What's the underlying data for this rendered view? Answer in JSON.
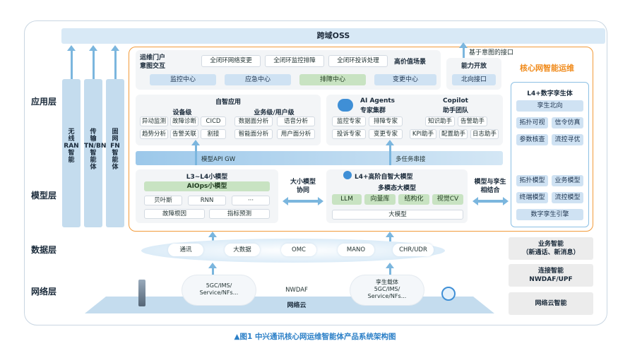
{
  "layers": {
    "app": "应用层",
    "model": "模型层",
    "data": "数据层",
    "network": "网络层"
  },
  "oss": "跨域OSS",
  "columns": [
    [
      "无",
      "线",
      "RAN",
      "智",
      "能"
    ],
    [
      "传",
      "输",
      "TN/BN",
      "智",
      "能",
      "体"
    ],
    [
      "固",
      "网",
      "FN",
      "智",
      "能",
      "体"
    ]
  ],
  "portal": {
    "title_line1": "运维门户",
    "title_line2": "意图交互",
    "chips": [
      "全闭环网络变更",
      "全闭环监控排障",
      "全闭环投诉处理"
    ],
    "high_value": "高价值场景",
    "centers": [
      "监控中心",
      "应急中心",
      "排障中心",
      "变更中心"
    ]
  },
  "capability": {
    "title": "能力开放",
    "north": "北向接口",
    "intent_api": "基于意图的接口"
  },
  "core_title": "核心网智能运维",
  "autonomous": {
    "title": "自智应用",
    "device_title": "设备级",
    "device_items": [
      "异动监测",
      "故障诊断",
      "CICD",
      "趋势分析",
      "告警关联",
      "割接"
    ],
    "biz_title": "业务级/用户级",
    "biz_items": [
      "数据面分析",
      "语音分析",
      "智能面分析",
      "用户面分析"
    ]
  },
  "agents": {
    "title_line1": "AI Agents",
    "title_line2": "专家集群",
    "items": [
      "监控专家",
      "排障专家",
      "投诉专家",
      "变更专家"
    ]
  },
  "copilot": {
    "title_line1": "Copilot",
    "title_line2": "助手团队",
    "items": [
      "知识助手",
      "告警助手",
      "KPI助手",
      "配置助手",
      "日志助手"
    ]
  },
  "twin": {
    "title": "L4+数字孪生体",
    "items": [
      "孪生北向",
      "拓扑可视",
      "信令仿真",
      "参数核查",
      "流控寻优"
    ],
    "model_items": [
      "拓扑模型",
      "业务模型",
      "终端模型",
      "流控模型"
    ],
    "engine": "数字孪生引擎"
  },
  "gw": {
    "model_api": "模型API GW",
    "multi_task": "多任务串接"
  },
  "small_model": {
    "title": "L3~L4小模型",
    "aiops": "AIOps小模型",
    "items": [
      "贝叶斯",
      "RNN",
      "···"
    ],
    "tasks": [
      "故障根因",
      "指标预测"
    ]
  },
  "collab": {
    "line1": "大小模型",
    "line2": "协同"
  },
  "large_model": {
    "title": "L4+高阶自智大模型",
    "mm_title": "多模态大模型",
    "items": [
      "LLM",
      "向量库",
      "结构化",
      "视觉CV"
    ],
    "base": "大模型"
  },
  "twin_collab": {
    "line1": "模型与孪生",
    "line2": "相结合"
  },
  "data_items": [
    "通讯",
    "大数据",
    "OMC",
    "MANO",
    "CHR/UDR"
  ],
  "network": {
    "cloud1": [
      "5GC/IMS/",
      "Service/NFs..."
    ],
    "nwdaf": "NWDAF",
    "net_cloud": "网络云",
    "cloud2": [
      "孪生载体",
      "5GC/IMS/",
      "Service/NFs..."
    ]
  },
  "right_boxes": {
    "biz": [
      "业务智能",
      "（新通话、新消息）"
    ],
    "conn": [
      "连接智能",
      "NWDAF/UPF"
    ],
    "cloud": "网络云智能"
  },
  "caption": "▲图1  中兴通讯核心网运维智能体产品系统架构图",
  "colors": {
    "accent_orange": "#f29b3a",
    "accent_blue": "#2b7fc7",
    "pill_green": "#c8e3c2",
    "band_blue": "#9cc8ea"
  }
}
